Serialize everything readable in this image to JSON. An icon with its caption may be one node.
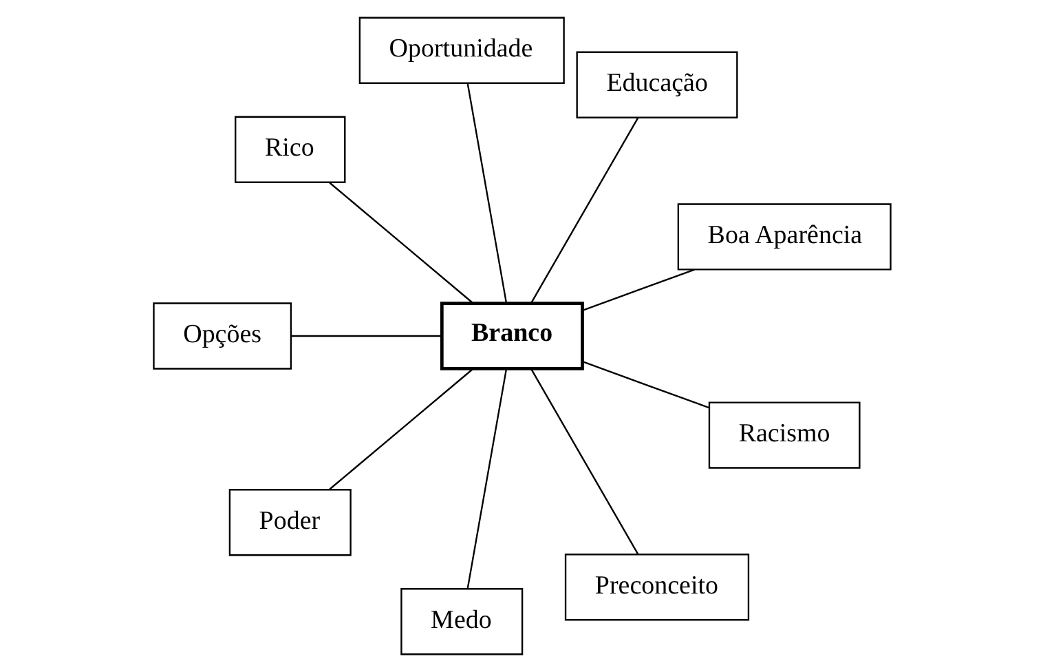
{
  "diagram": {
    "nodes": [
      {
        "text": [
          "Boa Aparência"
        ]
      },
      {
        "text": [
          "Educação"
        ]
      },
      {
        "text": [
          "Oportunidade"
        ]
      },
      {
        "text": [
          "Rico"
        ]
      },
      {
        "text": [
          "Branco"
        ]
      },
      {
        "text": [
          "Opções"
        ]
      },
      {
        "text": [
          "Poder"
        ]
      },
      {
        "text": [
          "Medo"
        ]
      },
      {
        "text": [
          "Preconceito"
        ]
      },
      {
        "text": [
          "Racismo"
        ]
      }
    ],
    "edges": [
      {
        "from": 4,
        "to": 0,
        "arrow": "none"
      },
      {
        "from": 4,
        "to": 1,
        "arrow": "none"
      },
      {
        "from": 4,
        "to": 2,
        "arrow": "none"
      },
      {
        "from": 4,
        "to": 3,
        "arrow": "none"
      },
      {
        "from": 4,
        "to": 5,
        "arrow": "none"
      },
      {
        "from": 4,
        "to": 6,
        "arrow": "none"
      },
      {
        "from": 4,
        "to": 7,
        "arrow": "none"
      },
      {
        "from": 4,
        "to": 8,
        "arrow": "none"
      },
      {
        "from": 4,
        "to": 9,
        "arrow": "none"
      }
    ]
  }
}
